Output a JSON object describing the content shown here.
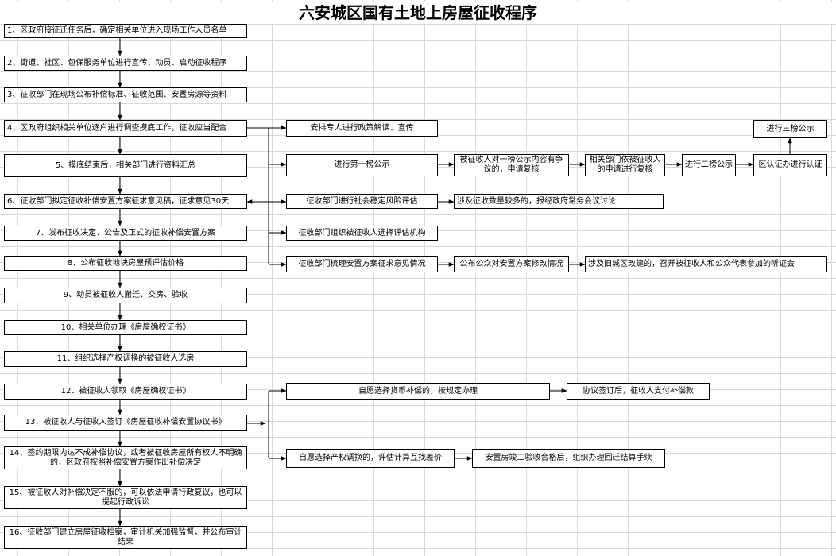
{
  "title": "六安城区国有土地上房屋征收程序",
  "steps": [
    "1、区政府接征迁任务后，确定相关单位进入现场工作人员名单",
    "2、街道、社区、包保服务单位进行宣传、动员、启动征收程序",
    "3、征收部门在现场公布补偿标准、征收范围、安置房源等资料",
    "4、区政府组织相关单位逐户进行调查摸底工作，征收应当配合",
    "5、摸底结束后，相关部门进行资料汇总",
    "6、征收部门拟定征收补偿安置方案征求意见稿，征求意见30天",
    "7、发布征收决定、公告及正式的征收补偿安置方案",
    "8、公布征收地块房屋预评估价格",
    "9、动员被征收人搬迁、交房、验收",
    "10、相关单位办理《房屋确权证书》",
    "11、组织选择产权调换的被征收人选房",
    "12、被征收人领取《房屋确权证书》",
    "13、被征收人与征收人签订《房屋征收补偿安置协议书》",
    "14、签约期限内达不成补偿协议，或者被征收房屋所有权人不明确的，区政府按照补偿安置方案作出补偿决定",
    "15、被征收人对补偿决定不服的，可以依法申请行政复议，也可以提起行政诉讼",
    "16、征收部门建立房屋征收档案，审计机关加强监督，并公布审计结果"
  ],
  "branch_a": {
    "publicity": "安排专人进行政策解读、宣传",
    "first_notice": "进行第一榜公示",
    "objection": "被征收人对一榜公示内容有争议的，申请复核",
    "review": "相关部门依被征收人的申请进行复核",
    "second_notice": "进行二榜公示",
    "certify": "区认证办进行认证",
    "third_notice": "进行三榜公示"
  },
  "branch_b": {
    "risk": "征收部门进行社会稳定风险评估",
    "meeting": "涉及征收数量较多的，报经政府常务会议讨论",
    "appraiser": "征收部门组织被征收人选择评估机构",
    "opinions": "征收部门梳理安置方案征求意见情况",
    "revision": "公布公众对安置方案修改情况",
    "hearing": "涉及旧城区改建的，召开被征收人和公众代表参加的听证会"
  },
  "branch_c": {
    "cash": "自愿选择货币补偿的，按规定办理",
    "payment": "协议签订后，征收人支付补偿款",
    "swap": "自愿选择产权调换的，评估计算互找差价",
    "settle": "安置房竣工验收合格后，组织办理回迁结算手续"
  }
}
